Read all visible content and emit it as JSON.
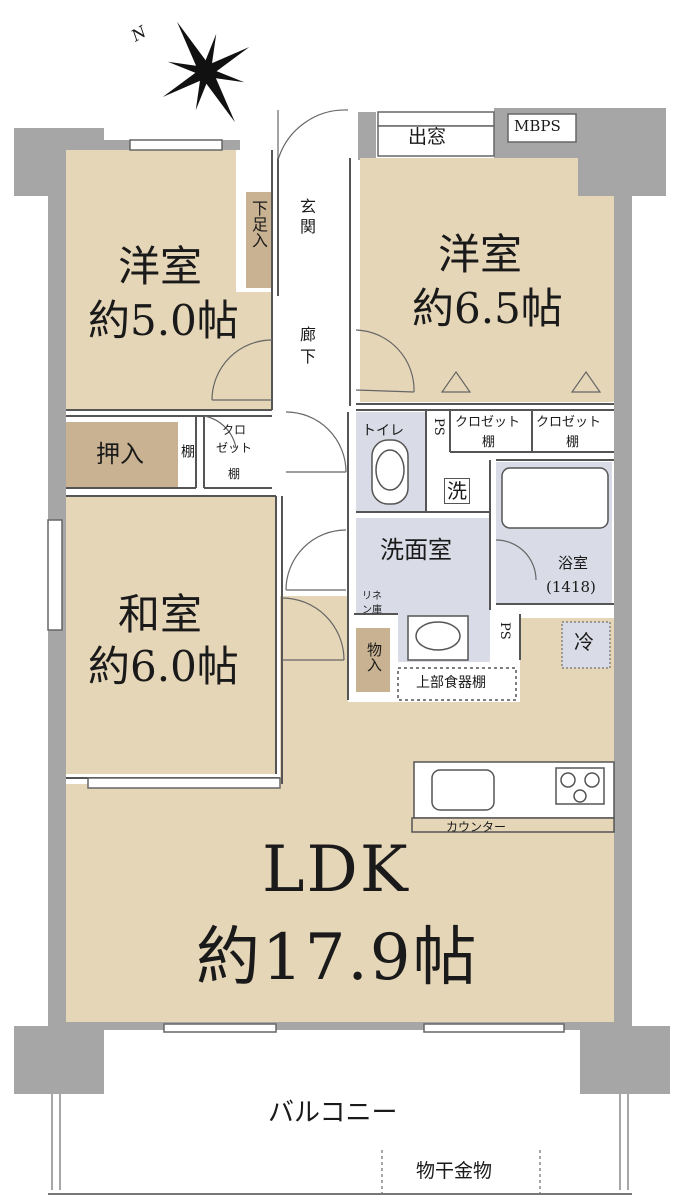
{
  "colors": {
    "room": "#e6d6b8",
    "wet": "#d9dbe6",
    "storage": "#c9b291",
    "wall": "#a6a6a6",
    "line": "#333333",
    "background": "#ffffff"
  },
  "compass": {
    "label": "N"
  },
  "rooms": {
    "western_small": {
      "name": "洋室",
      "size": "約5.0帖"
    },
    "western_large": {
      "name": "洋室",
      "size": "約6.5帖"
    },
    "japanese": {
      "name": "和室",
      "size": "約6.0帖"
    },
    "ldk": {
      "name": "LDK",
      "size": "約17.9帖"
    },
    "entrance": {
      "name": "玄関"
    },
    "hallway": {
      "name": "廊下"
    },
    "washroom": {
      "name": "洗面室"
    },
    "bathroom": {
      "name": "浴室",
      "size": "(1418)"
    },
    "toilet": {
      "name": "トイレ"
    },
    "balcony": {
      "name": "バルコニー"
    }
  },
  "fixtures": {
    "mbps": "MBPS",
    "bay_window": "出窓",
    "shoe_storage": "下足入",
    "closet_small_a": "クロ",
    "closet_small_b": "ゼット",
    "shelf": "棚",
    "oshiire": "押入",
    "closet_1": "クロゼット",
    "closet_2": "クロゼット",
    "ps": "PS",
    "washer": "洗",
    "linen_a": "リネ",
    "linen_b": "ン庫",
    "storage": "物入",
    "upper_cabinet": "上部食器棚",
    "fridge": "冷",
    "counter": "カウンター",
    "clothes_hanger": "物干金物"
  }
}
